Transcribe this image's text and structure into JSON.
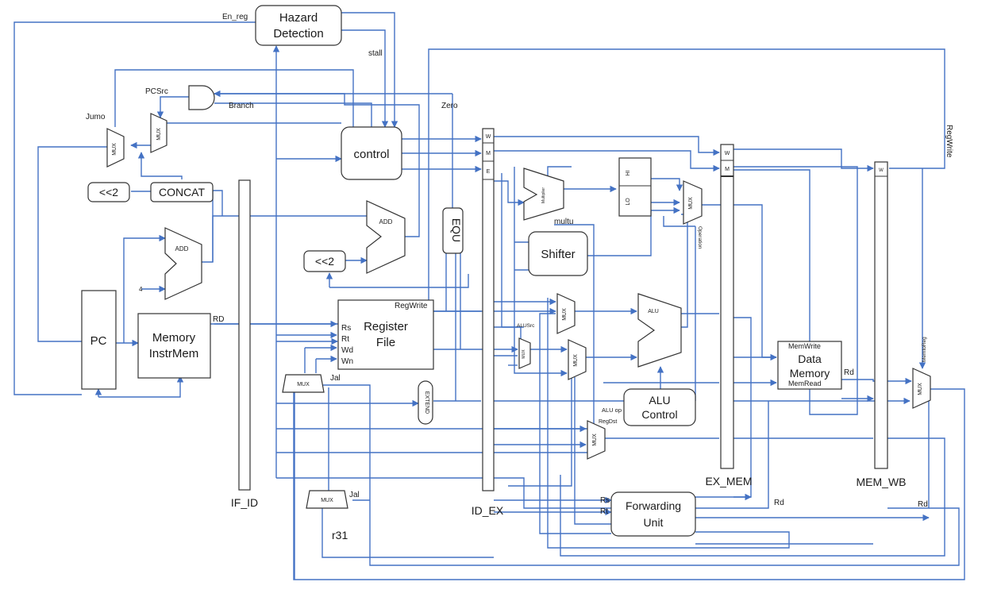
{
  "colors": {
    "wire": "#4472c4",
    "stroke": "#333333",
    "background": "#ffffff"
  },
  "blocks": {
    "hazard_detection": [
      "Hazard",
      "Detection"
    ],
    "control": "control",
    "concat": "CONCAT",
    "shift_left_jump": "<<2",
    "shift_left_branch": "<<2",
    "pc": "PC",
    "instr_mem": [
      "Memory",
      "InstrMem"
    ],
    "register_file": [
      "Register",
      "File"
    ],
    "equ": "EQU",
    "extend": "EXTEND",
    "shifter": "Shifter",
    "alu_control": [
      "ALU",
      "Control"
    ],
    "data_memory": [
      "Data",
      "Memory"
    ],
    "forwarding_unit": [
      "Forwarding",
      "Unit"
    ],
    "multiplier": "Multiplier",
    "hi": "HI",
    "lo": "LO",
    "alu": "ALU",
    "add_pc": "ADD",
    "add_branch": "ADD",
    "mux": "MUX",
    "r31": "r31"
  },
  "pipeline_registers": {
    "if_id": "IF_ID",
    "id_ex": "ID_EX",
    "ex_mem": "EX_MEM",
    "mem_wb": "MEM_WB",
    "fields_id_ex": [
      "W",
      "M",
      "E"
    ],
    "fields_ex_mem": [
      "W",
      "M"
    ],
    "fields_mem_wb": [
      "W"
    ]
  },
  "ports": {
    "regfile_in": [
      "Rs",
      "Rt",
      "Wd",
      "Wn"
    ],
    "regfile_regwrite": "RegWrite",
    "instr_out": "RD",
    "dmem_memwrite": "MemWrite",
    "dmem_memread": "MemRead",
    "dmem_rd": "Rd",
    "fwd_rs": "Rs",
    "fwd_rt": "Rt"
  },
  "signals": {
    "en_reg": "En_reg",
    "stall": "stall",
    "pcsrc": "PCSrc",
    "branch": "Branch",
    "jumo": "Jumo",
    "zero": "Zero",
    "four": "4",
    "jal_top": "Jal",
    "jal_bottom": "Jal",
    "multu": "multu",
    "alusrc": "ALUSrc",
    "operation": "Operation",
    "alu_op": "ALU op",
    "regdst": "RegDst",
    "memtoreg": "MemtoReg",
    "regwrite": "RegWrite",
    "rd_exmem": "Rd",
    "rd_memwb": "Rd"
  }
}
